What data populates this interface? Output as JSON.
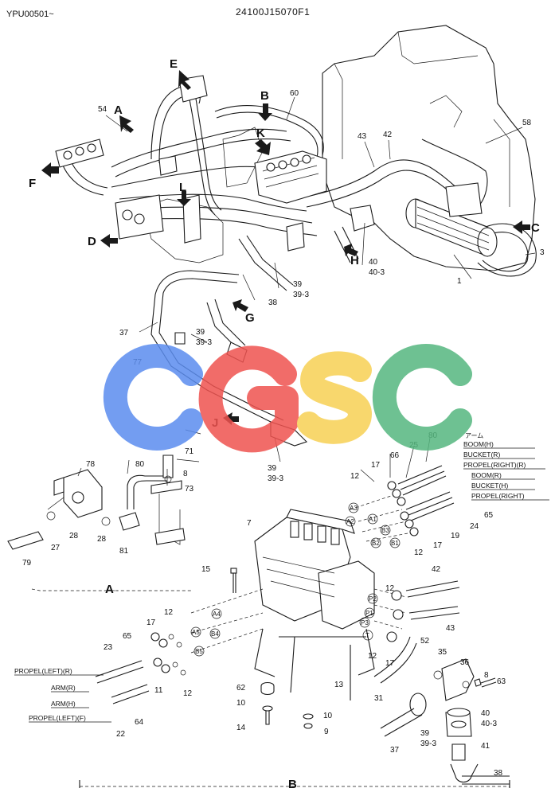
{
  "header": {
    "model_code": "YPU00501~",
    "drawing_number": "24100J15070F1"
  },
  "views": {
    "detail_a": "A",
    "detail_b": "B"
  },
  "arrow_labels": [
    "E",
    "A",
    "B",
    "K",
    "F",
    "L",
    "D",
    "G",
    "H",
    "C",
    "J"
  ],
  "callouts_top": [
    "54",
    "60",
    "43",
    "42",
    "58",
    "3",
    "1",
    "40",
    "40-3",
    "39",
    "39-3",
    "38",
    "37",
    "77",
    "39",
    "39-3",
    "39",
    "39-3"
  ],
  "callouts_a": [
    "78",
    "80",
    "71",
    "8",
    "73",
    "28",
    "28",
    "27",
    "81",
    "79"
  ],
  "callouts_b": [
    "7",
    "15",
    "25",
    "80",
    "66",
    "17",
    "12",
    "65",
    "24",
    "19",
    "17",
    "12",
    "42",
    "43",
    "12",
    "52",
    "35",
    "36",
    "8",
    "63",
    "17",
    "12",
    "65",
    "23",
    "17",
    "12",
    "11",
    "12",
    "22",
    "64",
    "62",
    "10",
    "14",
    "13",
    "31",
    "10",
    "9",
    "40",
    "40-3",
    "39",
    "39-3",
    "41",
    "37",
    "38"
  ],
  "port_tags": [
    "A3",
    "A2",
    "A1",
    "B3",
    "B2",
    "B1",
    "P2",
    "P1",
    "P3",
    "T",
    "A4",
    "A5",
    "B4",
    "B5"
  ],
  "hose_labels": {
    "right_side": [
      "BOOM(H)",
      "BUCKET(R)",
      "PROPEL(RIGHT)(R)",
      "BOOM(R)",
      "BUCKET(H)",
      "PROPEL(RIGHT)"
    ],
    "left_side": [
      "PROPEL(LEFT)(R)",
      "ARM(R)",
      "ARM(H)",
      "PROPEL(LEFT)(F)"
    ],
    "jp_note": "アーム"
  },
  "watermark": {
    "text": "CGSC",
    "colors": [
      "#5b8def",
      "#ef5350",
      "#f7d154",
      "#55b77f"
    ]
  }
}
